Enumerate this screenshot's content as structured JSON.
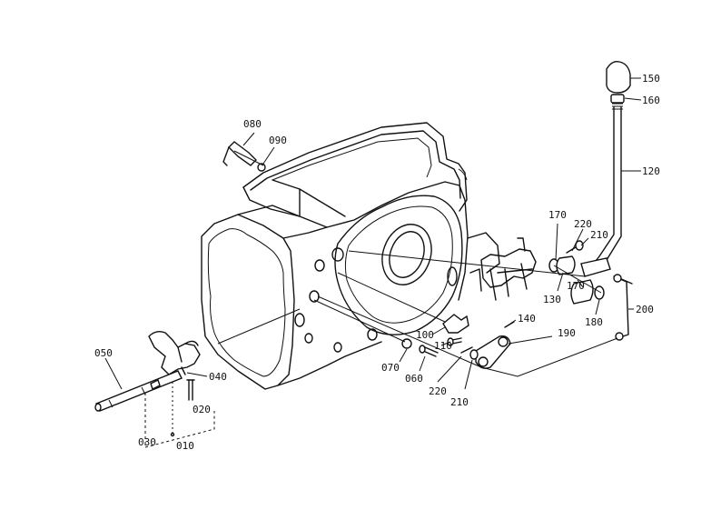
{
  "labels": {
    "l150": "150",
    "l160": "160",
    "l120": "120",
    "l080": "080",
    "l090": "090",
    "l170a": "170",
    "l220a": "220",
    "l210a": "210",
    "l130": "130",
    "l170b": "170",
    "l180": "180",
    "l200": "200",
    "l140": "140",
    "l190": "190",
    "l100": "100",
    "l110": "110",
    "l070": "070",
    "l060": "060",
    "l220b": "220",
    "l210b": "210",
    "l050": "050",
    "l040": "040",
    "l020": "020",
    "l030": "030",
    "l010": "010"
  }
}
